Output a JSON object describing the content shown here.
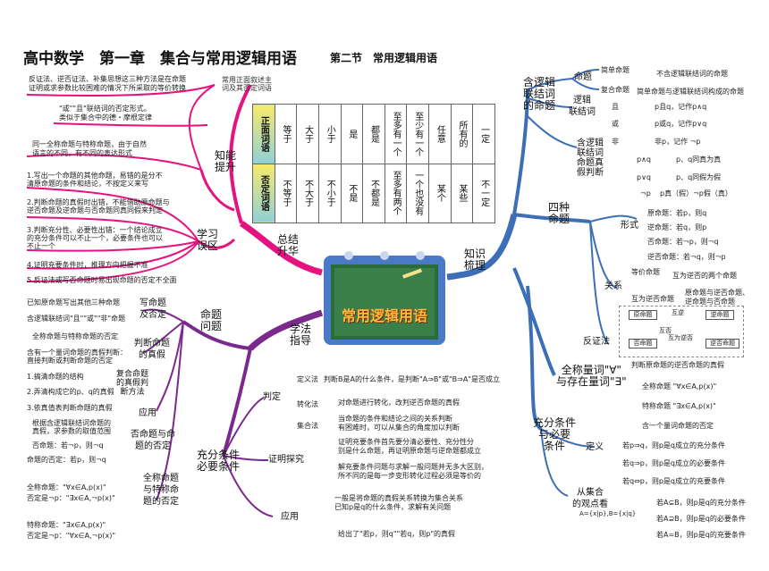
{
  "title": "高中数学　第一章　集合与常用逻辑用语",
  "subtitle": "第二节　常用逻辑用语",
  "center_label": "常用逻辑用语",
  "branches": {
    "summary": "总结\n升华",
    "knowledge": "知识\n梳理",
    "method": "学法\n指导",
    "knowledge_raise": "知能\n提升",
    "error_zone": "学习\n误区",
    "logic_connective": "含逻辑\n联结词\n的命题",
    "four_props": "四种\n命题",
    "quantifier": "全称量词\"∀\"\n与存在量词\"∃\"",
    "suff_nec": "充分条件\n与必要\n条件",
    "prop_problem": "命题\n问题",
    "suff_nec_cond": "充分条件\n必要条件"
  },
  "table": {
    "note": "常用正面叙述主\n词及其否定词语",
    "pos_header": "正面词语",
    "neg_header": "否定词语",
    "pos": [
      "等于",
      "大于",
      "小于",
      "是",
      "都是",
      "至多有一个",
      "至少有一个",
      "任意",
      "所有的",
      "一定"
    ],
    "neg": [
      "不等于",
      "不大于",
      "不小于",
      "不是",
      "不都是",
      "至多有两个",
      "一个也没有",
      "某个",
      "某些",
      "不一定"
    ]
  },
  "left_top": [
    "反证法、逆否证法、补集思想这三种方法是在命题",
    "证明或求参数比较困难的情况下所采取的等价转换",
    "\"或\"\"且\"联结词的否定形式。",
    "类似于集合中的德・摩根定律",
    "同一全称命题与特称命题，由于自然",
    "语言的不同，有不同的表达形式"
  ],
  "left_errors": [
    "1.写出一个命题的其他命题，易错的是分不",
    "清原命题的条件和结论，不按定义来写",
    "2.判断命题的真假时出错，不能借助原命题与",
    "逆否命题及逆命题与否命题同真同假来判定",
    "3.判断充分性、必要性出错：一个结论成立",
    "的充分条件可以不止一个，必要条件也可以",
    "不止一个",
    "4.证明充要条件时，推理方向把握不准",
    "5.反证法或写否命题时易出现命题的否定不全面"
  ],
  "left_props": [
    "已知原命题写出其他三种命题",
    "含逻辑联结词\"且\"\"或\"\"非\"命题",
    "全称命题与特称命题的否定",
    "含有一个量词命题的真假判断：",
    "直接判断或判断命题的否定",
    "1.搞清命题的结构",
    "2.弄清构成它的p、q的真假",
    "3.依真值表判断命题的真假",
    "根据含逻辑联结词命题的",
    "真假，求参数的取值范围",
    "否命题：若¬p，则¬q",
    "命题的否定：若p，则¬q",
    "全称命题：\"∀x∈A,p(x)\"",
    "否定是¬p：\"∃x∈A,¬p(x)\"",
    "特称命题：\"∃x∈A,p(x)\"",
    "否定是¬p：\"∀x∈A,¬p(x)\""
  ],
  "left_labels": {
    "write_neg": "写命题\n及否定",
    "judge": "判断命题\n的真假",
    "compound": "复合命题\n的真假判\n断方法",
    "apply": "应用",
    "neg_prop": "否命题与命\n题的否定",
    "univ_neg": "全称命题\n与特称命\n题的否定"
  },
  "mid_method": {
    "judge": "判定",
    "def_method": "定义法",
    "def_text": "判断B是A的什么条件，是判断\"A⇒B\"或\"B⇒A\"是否成立",
    "transform": "转化法",
    "transform_text": "对命题进行转化，改判逆否命题的真假",
    "set_method": "集合法",
    "set_text1": "当命题的条件和结论之间的关系判断",
    "set_text2": "有困难时，可以从集合的角度加以判断",
    "proof": "证明探究",
    "proof_text1": "证明充要条件首先要分清必要性、充分性分",
    "proof_text2": "别是什么命题，再证明原命题与逆命题都成立",
    "proof_text3": "解充要条件问题与求解一般问题并无多大区别，",
    "proof_text4": "所不同的是每一步变形转化过程必须是等价的",
    "apply": "应用",
    "apply_text1": "一般是将命题的真假关系转换为集合关系",
    "apply_text2": "已知p是q的什么条件，求解有关问题",
    "apply_text3": "给出了\"若p，则q\"\"若q，则p\"的真假"
  },
  "right_logic": {
    "prop": "命题",
    "simple": "简单命题",
    "simple_text": "不含逻辑联结词的命题",
    "compound": "复合命题",
    "compound_text": "简单命题与逻辑联结词构成的命题",
    "connective": "逻辑\n联结词",
    "and": "且",
    "and_text": "p且q，记作p∧q",
    "or": "或",
    "or_text": "p或q，记作p∨q",
    "not": "非",
    "not_text": "非p，记作 ¬p",
    "truth": "含逻辑\n联结词\n命题真\n假判断",
    "t1a": "p∧q",
    "t1b": "p、q同真为真",
    "t2a": "p∨q",
    "t2b": "p、q同假为假",
    "t3a": "¬p",
    "t3b": "p真（假）¬p假（真）"
  },
  "right_four": {
    "form": "形式",
    "f1": "原命题：若p，则q",
    "f2": "逆命题：若q，则p",
    "f3": "否命题：若¬p，则¬q",
    "f4": "逆否命题：若¬q，则¬p",
    "relation": "关系",
    "equiv": "等价命题",
    "equiv_text": "互为逆否的两个命题",
    "contra": "互为逆否命题",
    "contra_text1": "原命题与逆否命题、",
    "contra_text2": "逆命题与否命题",
    "indirect": "反证法",
    "indirect_text": "判断原命题的逆否命题的真假",
    "d_orig": "原命题",
    "d_conv": "逆命题",
    "d_neg": "否命题",
    "d_contra": "逆否命题",
    "d_mutual": "互逆",
    "d_neg_rel": "互否",
    "d_cn": "互为逆否"
  },
  "right_quant": {
    "univ": "全称命题 \"∀x∈A,p(x)\"",
    "exist": "特称命题 \"∃x∈A,p(x)\"",
    "one_quant": "含一个量词命题的否定"
  },
  "right_cond": {
    "def": "定义",
    "d1": "若p⇒q，则p是q成立的充分条件",
    "d2": "若q⇒p，则p是q成立的必要条件",
    "d3": "若q⇔p，则p是q成立的充要条件",
    "set_view": "从集合\n的观点看",
    "set_def": "A={x|p},B={x|q}",
    "s1": "若A⊆B，则p是q的充分条件",
    "s2": "若A⊇B，则p是q的必要条件",
    "s3": "若A=B，则p是q的充要条件"
  },
  "colors": {
    "pink": "#e5137f",
    "blue": "#3c6fb6",
    "purple": "#7a2a8c",
    "green": "#2a7a3c"
  }
}
